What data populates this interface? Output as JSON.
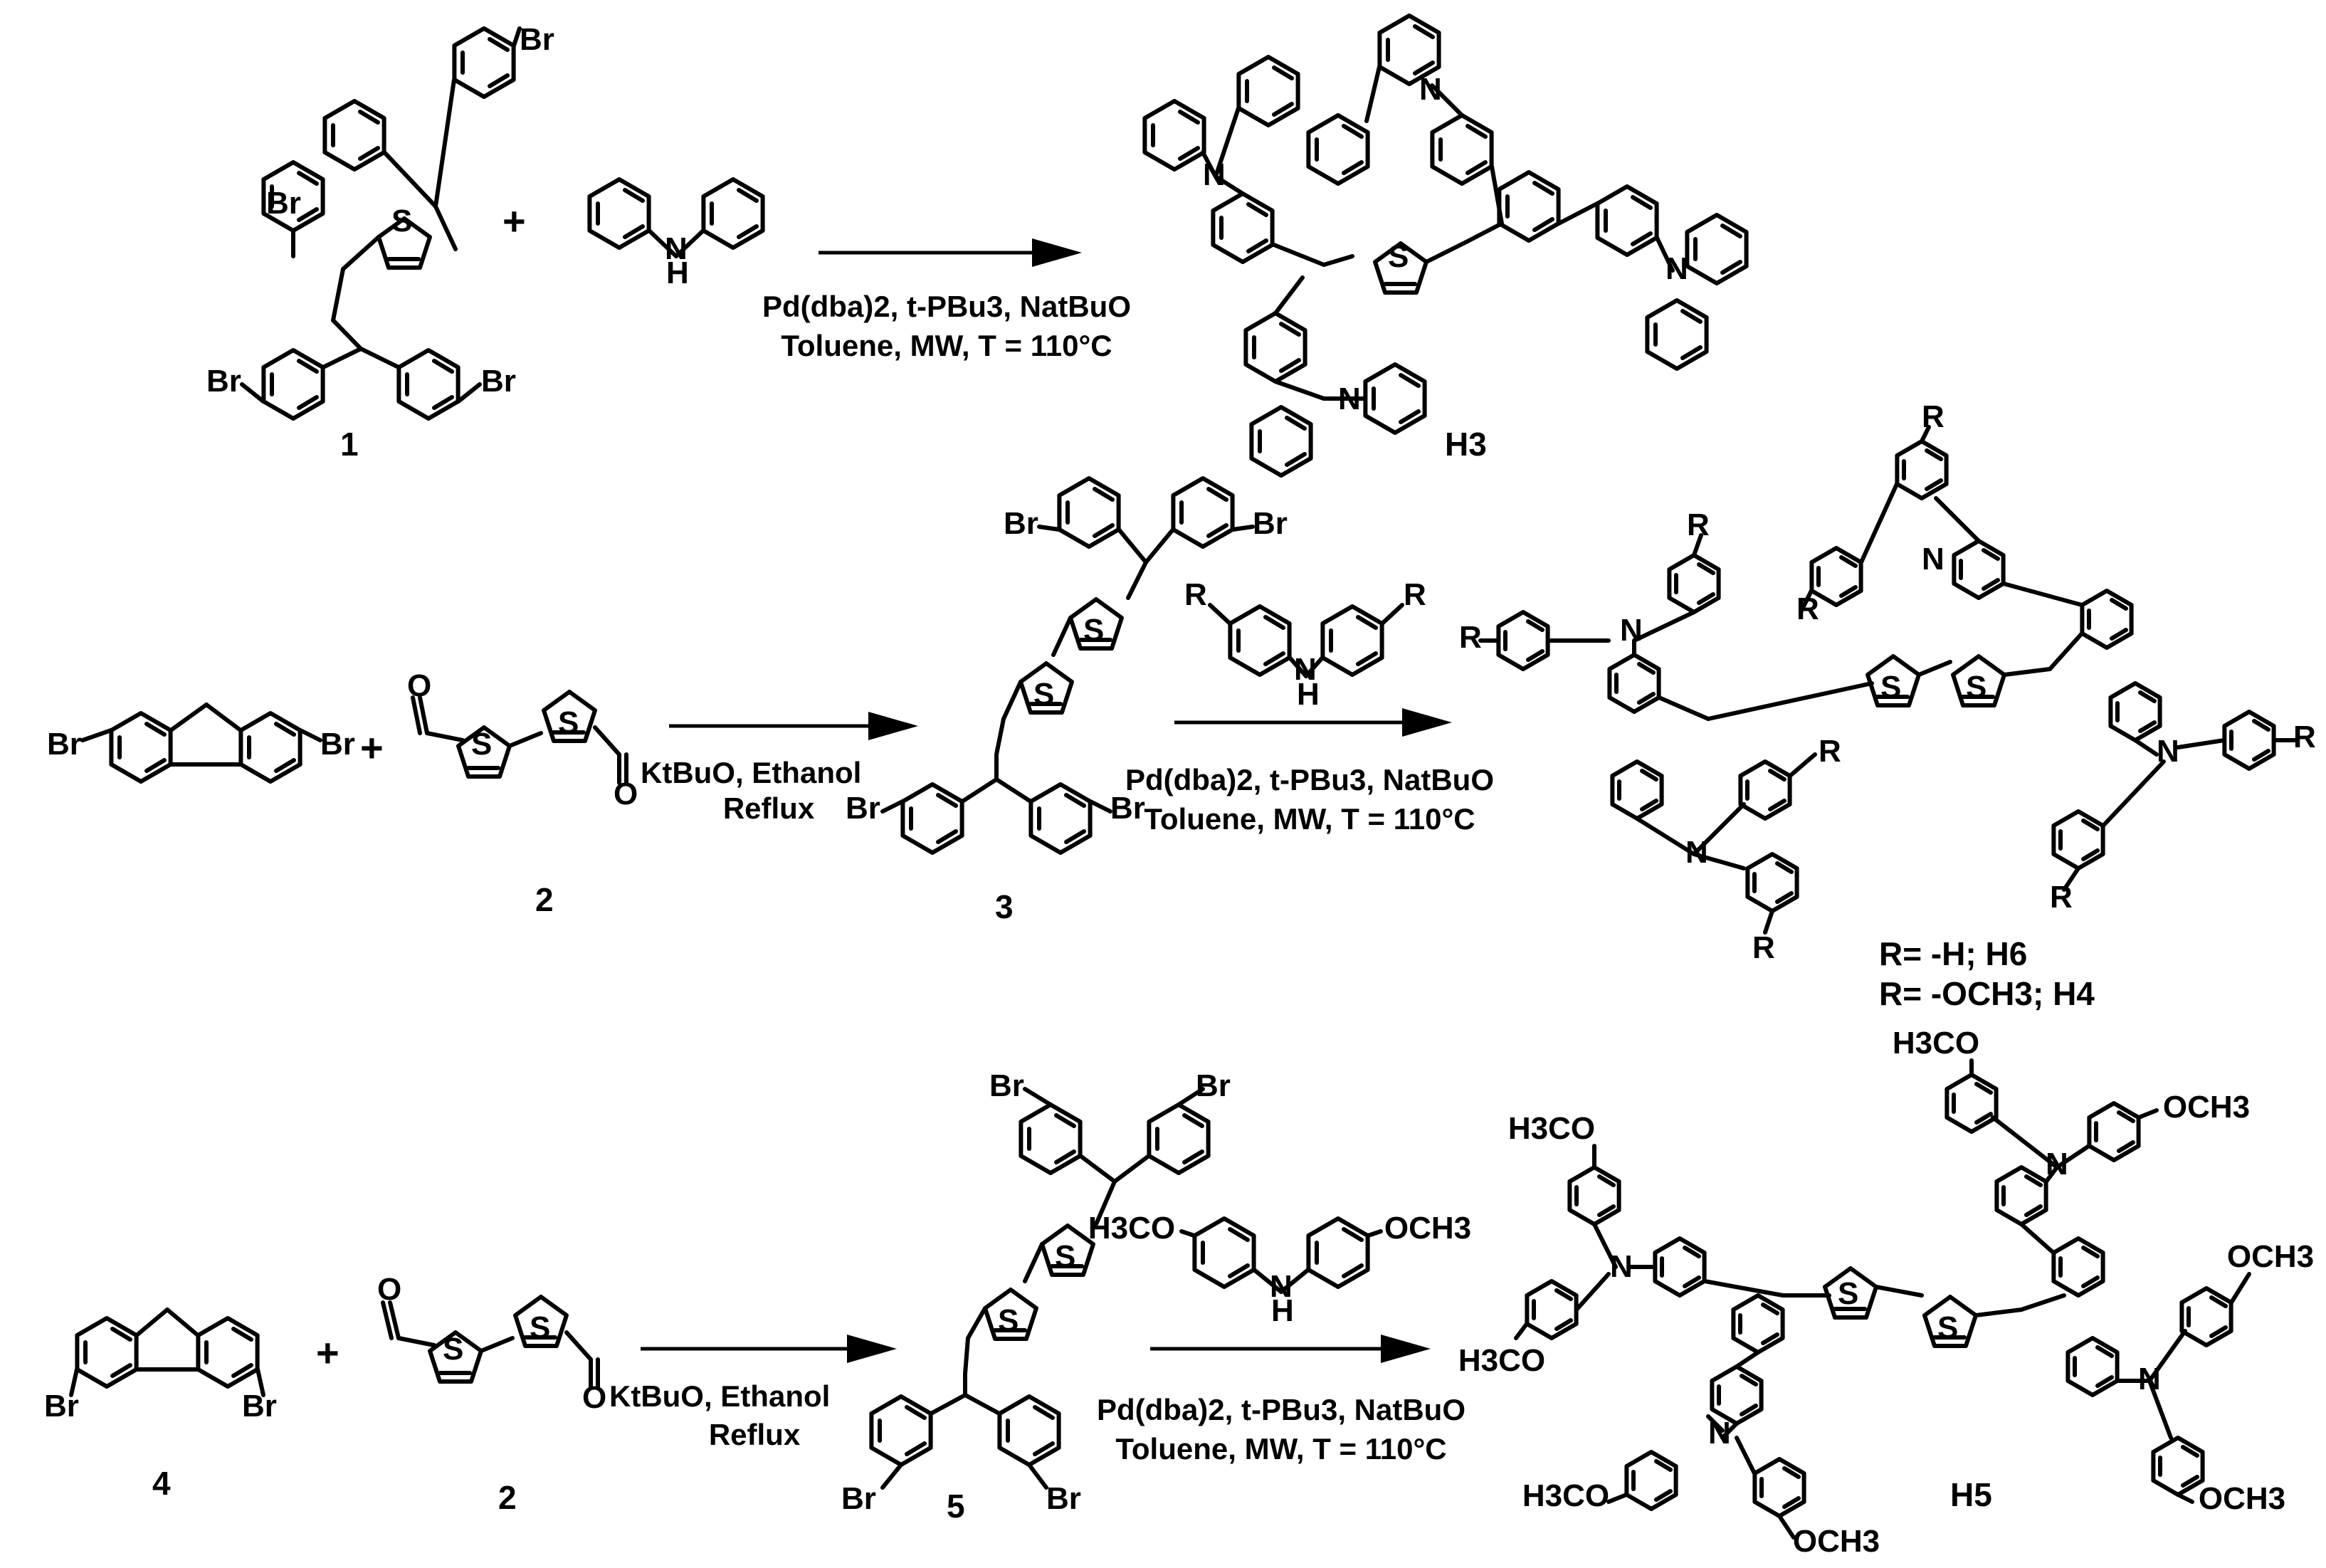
{
  "atoms": {
    "br": "Br",
    "s": "S",
    "n": "N",
    "h": "H",
    "o": "O",
    "r": "R",
    "h3co": "H3CO",
    "och3": "OCH3",
    "ketone": "KtBuO"
  },
  "compounds": {
    "c1": "1",
    "c2a": "2",
    "c2b": "2",
    "c3": "3",
    "c4": "4",
    "c5": "5",
    "h3": "H3",
    "h5": "H5",
    "r_h6": "R= -H; H6",
    "r_h4": "R= -OCH3; H4"
  },
  "symbols": {
    "plus": "+"
  },
  "conditions": {
    "buchwald_line1": "Pd(dba)2, t-PBu3, NatBuO",
    "buchwald_line2": "Toluene, MW,  T = 110°C",
    "knoevenagel_line1": "KtBuO, Ethanol",
    "knoevenagel_line2": "Reflux"
  }
}
